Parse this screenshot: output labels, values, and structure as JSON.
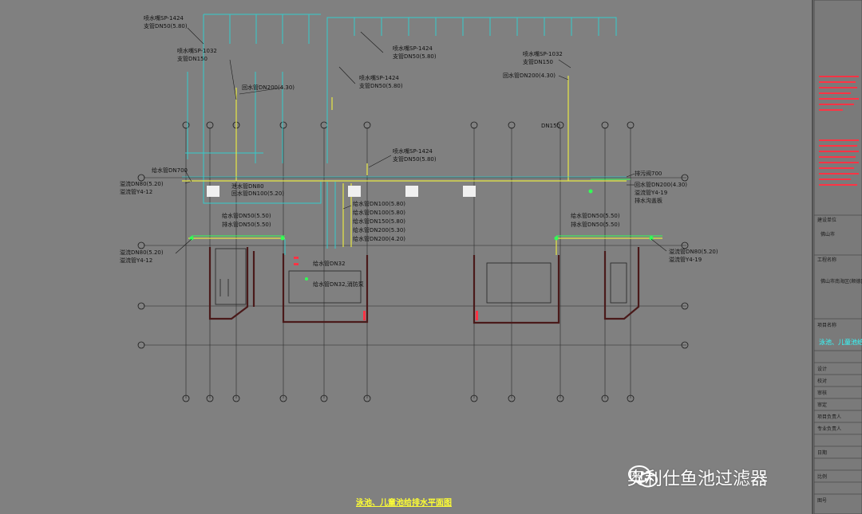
{
  "drawing": {
    "caption": "泳池、儿童池给排水平面图",
    "watermark": "奥利仕鱼池过滤器",
    "labels": {
      "l1a": "喷水嘴SP-1424",
      "l1b": "支管DN50(5.80)",
      "l2a": "喷水嘴SP-1032",
      "l2b": "支管DN150",
      "l3": "回水管DN200(4.30)",
      "l4a": "喷水嘴SP-1424",
      "l4b": "支管DN50(5.80)",
      "l5a": "喷水嘴SP-1424",
      "l5b": "支管DN50(5.80)",
      "l6a": "喷水嘴SP-1424",
      "l6b": "支管DN50(5.80)",
      "r1a": "喷水嘴SP-1032",
      "r1b": "支管DN150",
      "r2": "回水管DN200(4.30)",
      "r3": "DN150",
      "ml1": "泄水管DN80",
      "ml2": "回水管DN100(5.20)",
      "ll1": "溢流DN80(5.20)",
      "ll2": "溢流管Y4-12",
      "ll3": "给水管DN700",
      "rr1": "排污阀700",
      "rr2": "回水管DN200(4.30)",
      "rr3": "溢流管Y4-19",
      "rr4": "排水沟盖板",
      "c1": "给水管DN100(5.80)",
      "c2": "给水管DN100(5.80)",
      "c3": "给水管DN150(5.80)",
      "c4": "给水管DN200(5.30)",
      "c5": "给水管DN200(4.20)",
      "d1": "给水管DN50(5.50)",
      "d2": "排水管DN50(5.50)",
      "d3": "给水管DN50(5.50)",
      "d4": "排水管DN50(5.50)",
      "e1": "溢流DN80(5.20)",
      "e2": "溢流管Y4-12",
      "e3": "溢流管DN80(5.20)",
      "e4": "溢流管Y4-19",
      "f1": "给水管DN32",
      "f2": "给水管DN32,消防泵"
    },
    "colors": {
      "background": "#808080",
      "cyan": "#33cccc",
      "yellow": "#e8e844",
      "green": "#33ff55",
      "wall": "#5a1f1f",
      "red": "#ff3344",
      "grid": "#2a2a2a"
    }
  },
  "title_block": {
    "rows": [
      "建设单位",
      "工程名称",
      "项目名称",
      "设计",
      "校对",
      "审核",
      "审定",
      "项目负责人",
      "专业负责人",
      "日期",
      "比例",
      "图号"
    ],
    "drawing_title": "泳池、儿童池给",
    "client_partial": "佛山市",
    "project_partial": "佛山市南海区(顺德区)"
  }
}
